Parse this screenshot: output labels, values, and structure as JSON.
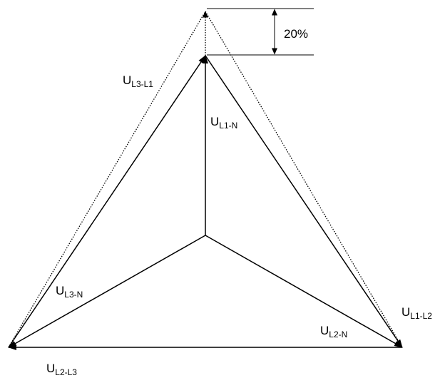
{
  "labels": {
    "l3_l1": {
      "main": "U",
      "sub": "L3-L1"
    },
    "l1_n": {
      "main": "U",
      "sub": "L1-N"
    },
    "l3_n": {
      "main": "U",
      "sub": "L3-N"
    },
    "l2_n": {
      "main": "U",
      "sub": "L2-N"
    },
    "l1_l2": {
      "main": "U",
      "sub": "L1-L2"
    },
    "l2_l3": {
      "main": "U",
      "sub": "L2-L3"
    }
  },
  "dimension": {
    "text": "20%"
  }
}
